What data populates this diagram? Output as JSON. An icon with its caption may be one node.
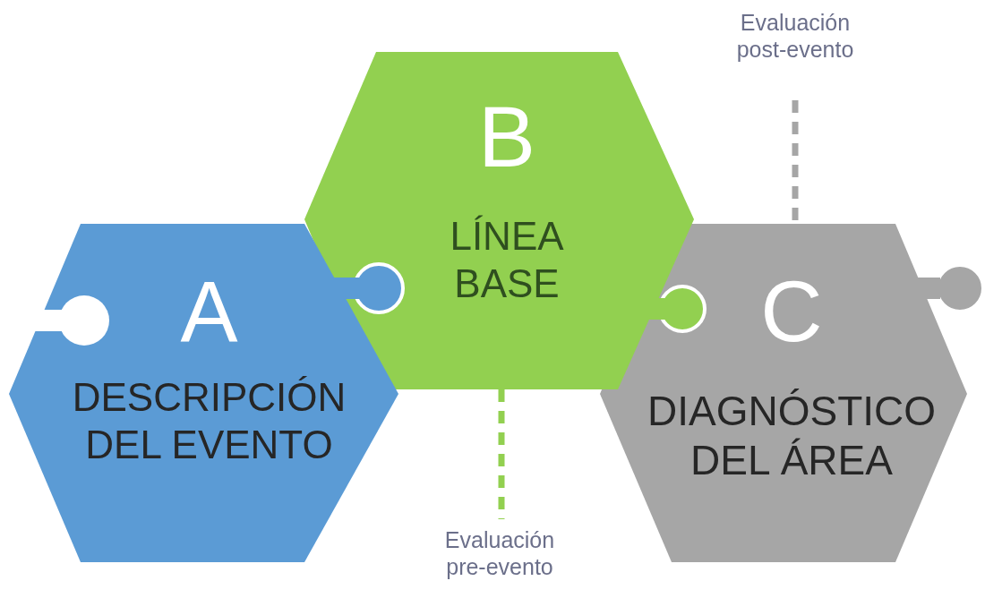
{
  "diagram": {
    "nodes": [
      {
        "text": [
          "A",
          "DESCRIPCIÓN DEL EVENTO"
        ]
      },
      {
        "text": [
          "B",
          "LÍNEA BASE"
        ]
      },
      {
        "text": [
          "C",
          "DIAGNÓSTICO DEL ÁREA"
        ]
      },
      {
        "text": [
          "Evaluación pre-evento"
        ]
      },
      {
        "text": [
          "Evaluación post-evento"
        ]
      }
    ],
    "edges": [
      {
        "from": 1,
        "to": 3,
        "arrow": "none",
        "style": "dashed",
        "color": "#92d050"
      },
      {
        "from": 4,
        "to": 2,
        "arrow": "none",
        "style": "dashed",
        "color": "#a6a6a6"
      }
    ]
  }
}
